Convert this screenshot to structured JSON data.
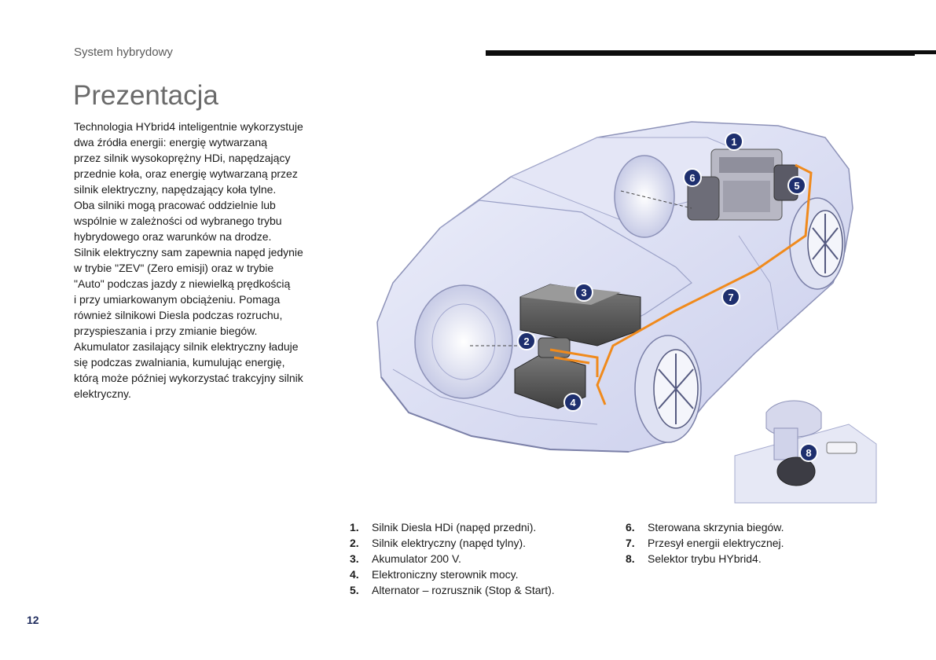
{
  "header": {
    "section_title": "System hybrydowy"
  },
  "page_title": "Prezentacja",
  "intro_lines": [
    "Technologia HYbrid4 inteligentnie wykorzystuje",
    "dwa źródła energii: energię wytwarzaną",
    "przez silnik wysokoprężny HDi, napędzający",
    "przednie koła, oraz energię wytwarzaną przez",
    "silnik elektryczny, napędzający koła tylne.",
    "Oba silniki mogą pracować oddzielnie lub",
    "wspólnie w zależności od wybranego trybu",
    "hybrydowego oraz warunków na drodze.",
    "Silnik elektryczny sam zapewnia napęd jedynie",
    "w trybie \"ZEV\" (Zero emisji) oraz w trybie",
    "\"Auto\" podczas jazdy z niewielką prędkością",
    "i przy umiarkowanym obciążeniu. Pomaga",
    "również silnikowi Diesla podczas rozruchu,",
    "przyspieszania i przy zmianie biegów.",
    "Akumulator zasilający silnik elektryczny ładuje",
    "się podczas zwalniania, kumulując energię,",
    "którą może później wykorzystać trakcyjny silnik",
    "elektryczny."
  ],
  "figure": {
    "callouts": [
      "1",
      "2",
      "3",
      "4",
      "5",
      "6",
      "7",
      "8"
    ],
    "colors": {
      "callout_fill": "#1e2f6e",
      "energy_line": "#f08a1c",
      "car_shade": "#d9dcf2"
    }
  },
  "legend": {
    "left": [
      {
        "num": "1.",
        "text": "Silnik Diesla HDi (napęd przedni)."
      },
      {
        "num": "2.",
        "text": "Silnik elektryczny (napęd tylny)."
      },
      {
        "num": "3.",
        "text": "Akumulator 200 V."
      },
      {
        "num": "4.",
        "text": "Elektroniczny sterownik mocy."
      },
      {
        "num": "5.",
        "text": "Alternator – rozrusznik (Stop & Start)."
      }
    ],
    "right": [
      {
        "num": "6.",
        "text": "Sterowana skrzynia biegów."
      },
      {
        "num": "7.",
        "text": "Przesył energii elektrycznej."
      },
      {
        "num": "8.",
        "text": "Selektor trybu HYbrid4."
      }
    ]
  },
  "page_number": "12"
}
